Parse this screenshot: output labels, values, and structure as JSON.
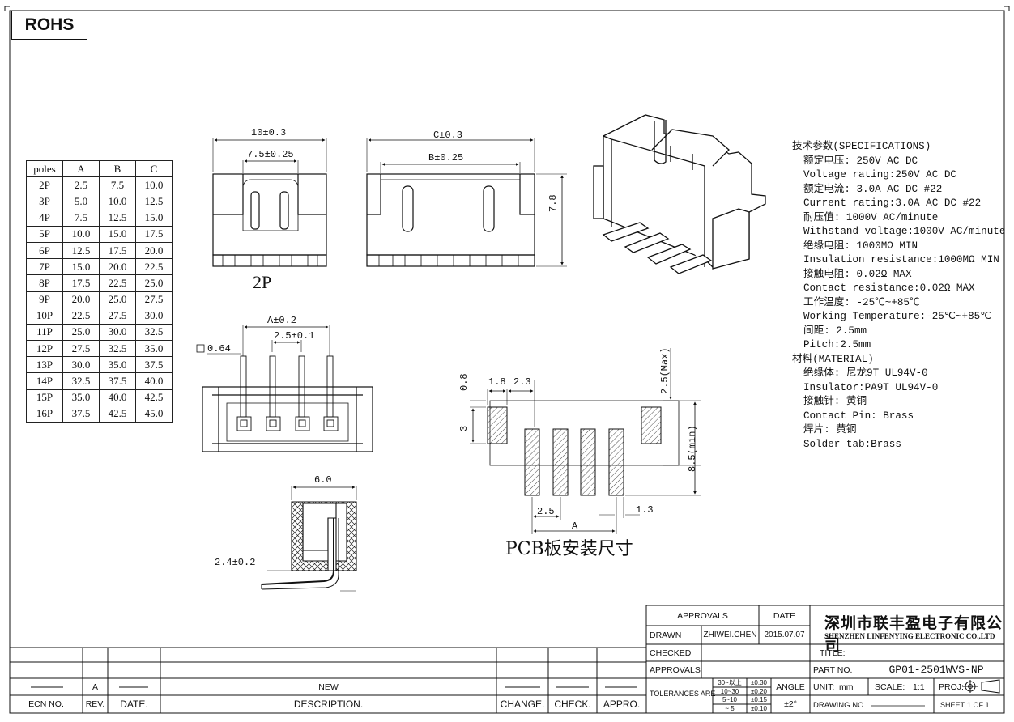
{
  "badge": "ROHS",
  "pole_table": {
    "headers": [
      "poles",
      "A",
      "B",
      "C"
    ],
    "rows": [
      [
        "2P",
        "2.5",
        "7.5",
        "10.0"
      ],
      [
        "3P",
        "5.0",
        "10.0",
        "12.5"
      ],
      [
        "4P",
        "7.5",
        "12.5",
        "15.0"
      ],
      [
        "5P",
        "10.0",
        "15.0",
        "17.5"
      ],
      [
        "6P",
        "12.5",
        "17.5",
        "20.0"
      ],
      [
        "7P",
        "15.0",
        "20.0",
        "22.5"
      ],
      [
        "8P",
        "17.5",
        "22.5",
        "25.0"
      ],
      [
        "9P",
        "20.0",
        "25.0",
        "27.5"
      ],
      [
        "10P",
        "22.5",
        "27.5",
        "30.0"
      ],
      [
        "11P",
        "25.0",
        "30.0",
        "32.5"
      ],
      [
        "12P",
        "27.5",
        "32.5",
        "35.0"
      ],
      [
        "13P",
        "30.0",
        "35.0",
        "37.5"
      ],
      [
        "14P",
        "32.5",
        "37.5",
        "40.0"
      ],
      [
        "15P",
        "35.0",
        "40.0",
        "42.5"
      ],
      [
        "16P",
        "37.5",
        "42.5",
        "45.0"
      ]
    ]
  },
  "dims": {
    "top_width": "10±0.3",
    "top_inner": "7.5±0.25",
    "c_dim": "C±0.3",
    "b_dim": "B±0.25",
    "height": "7.8",
    "label_2p": "2P",
    "a_dim": "A±0.2",
    "pitch": "2.5±0.1",
    "pin_size": "0.64",
    "side_width": "6.0",
    "side_height": "2.4±0.2",
    "pcb_08": "0.8",
    "pcb_18": "1.8",
    "pcb_23": "2.3",
    "pcb_3": "3",
    "pcb_25max": "2.5(Max)",
    "pcb_85min": "8.5(min)",
    "pcb_25": "2.5",
    "pcb_13": "1.3",
    "pcb_a": "A",
    "pcb_title": "PCB板安装尺寸"
  },
  "specs": [
    {
      "text": "技术参数(SPECIFICATIONS)",
      "indent": false
    },
    {
      "text": "额定电压: 250V AC DC",
      "indent": true
    },
    {
      "text": "Voltage rating:250V AC DC",
      "indent": true
    },
    {
      "text": "额定电流: 3.0A AC DC #22",
      "indent": true
    },
    {
      "text": "Current rating:3.0A AC DC #22",
      "indent": true
    },
    {
      "text": "耐压值: 1000V AC/minute",
      "indent": true
    },
    {
      "text": "Withstand voltage:1000V AC/minute",
      "indent": true
    },
    {
      "text": "绝缘电阻: 1000MΩ MIN",
      "indent": true
    },
    {
      "text": "Insulation resistance:1000MΩ MIN",
      "indent": true
    },
    {
      "text": "接触电阻: 0.02Ω MAX",
      "indent": true
    },
    {
      "text": "Contact resistance:0.02Ω MAX",
      "indent": true
    },
    {
      "text": "工作温度: -25℃~+85℃",
      "indent": true
    },
    {
      "text": "Working Temperature:-25℃~+85℃",
      "indent": true
    },
    {
      "text": "间距: 2.5mm",
      "indent": true
    },
    {
      "text": "Pitch:2.5mm",
      "indent": true
    },
    {
      "text": "材料(MATERIAL)",
      "indent": false
    },
    {
      "text": "绝缘体: 尼龙9T UL94V-0",
      "indent": true
    },
    {
      "text": "Insulator:PA9T UL94V-0",
      "indent": true
    },
    {
      "text": "接触针: 黄铜",
      "indent": true
    },
    {
      "text": "Contact Pin: Brass",
      "indent": true
    },
    {
      "text": "焊片: 黄铜",
      "indent": true
    },
    {
      "text": "Solder tab:Brass",
      "indent": true
    }
  ],
  "title_block": {
    "approvals": "APPROVALS",
    "date": "DATE",
    "drawn": "DRAWN",
    "drawn_by": "ZHIWEI.CHEN",
    "drawn_date": "2015.07.07",
    "checked": "CHECKED",
    "approvals2": "APPROVALS",
    "tolerances": "TOLERANCES ARE",
    "tol_rows": [
      [
        "30~以上",
        "±0.30"
      ],
      [
        "10~30",
        "±0.20"
      ],
      [
        "5~10",
        "±0.15"
      ],
      [
        "~ 5",
        "±0.10"
      ]
    ],
    "angle": "ANGLE",
    "angle_val": "±2°",
    "company_cn": "深圳市联丰盈电子有限公司",
    "company_en": "SHENZHEN LINFENYING ELECTRONIC CO.,LTD",
    "title_label": "TITLE:",
    "part_label": "PART NO.",
    "part_no": "GP01-2501WVS-NP",
    "unit_label": "UNIT:",
    "unit": "mm",
    "scale_label": "SCALE:",
    "scale": "1:1",
    "proj_label": "PROJ:",
    "drawing_no": "DRAWING NO.",
    "sheet": "SHEET",
    "sheet_val": "1  OF  1"
  },
  "revision": {
    "rev_a": "A",
    "new": "NEW",
    "ecn": "ECN NO.",
    "rev": "REV.",
    "date": "DATE.",
    "description": "DESCRIPTION.",
    "change": "CHANGE.",
    "check": "CHECK.",
    "appro": "APPRO."
  }
}
